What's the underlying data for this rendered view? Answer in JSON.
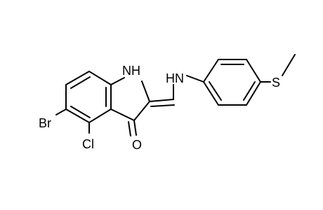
{
  "molecule": {
    "atom_labels": {
      "nh_ring": "NH",
      "hn_amine": "HN",
      "oxygen": "O",
      "bromine": "Br",
      "chlorine": "Cl",
      "sulfur": "S"
    }
  }
}
